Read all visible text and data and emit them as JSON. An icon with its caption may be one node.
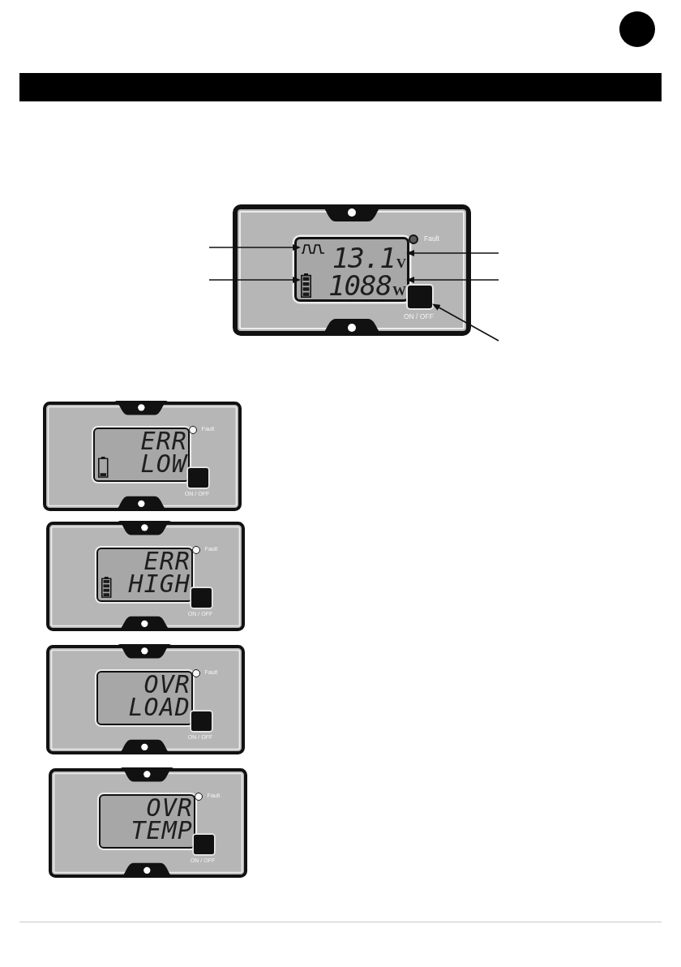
{
  "diagram": {
    "nodes": [
      {
        "text": [],
        "shape": "box"
      },
      {
        "text": [],
        "shape": "box",
        "in": 0
      },
      {
        "text": [],
        "shape": "picture",
        "in": 1
      },
      {
        "text": [
          "13.1",
          "V"
        ],
        "in": 1
      },
      {
        "text": [],
        "shape": "picture",
        "in": 1
      },
      {
        "text": [
          "1088",
          "W"
        ],
        "in": 1
      },
      {
        "text": [],
        "shape": "circle",
        "in": 0,
        "beside": [
          "Fault"
        ]
      },
      {
        "text": [],
        "shape": "box",
        "in": 0,
        "beside": [
          "ON / OFF"
        ]
      },
      {
        "text": [],
        "shape": "box"
      },
      {
        "text": [
          "ERR LOW"
        ],
        "in": 8
      },
      {
        "text": [],
        "shape": "circle",
        "in": 8,
        "beside": [
          "Fault"
        ]
      },
      {
        "text": [],
        "shape": "box",
        "in": 8,
        "beside": [
          "ON / OFF"
        ]
      },
      {
        "text": [],
        "shape": "box"
      },
      {
        "text": [
          "ERR HIGH"
        ],
        "in": 12
      },
      {
        "text": [],
        "shape": "circle",
        "in": 12,
        "beside": [
          "Fault"
        ]
      },
      {
        "text": [],
        "shape": "box",
        "in": 12,
        "beside": [
          "ON / OFF"
        ]
      },
      {
        "text": [],
        "shape": "box"
      },
      {
        "text": [
          "OVR LOAD"
        ],
        "in": 16
      },
      {
        "text": [],
        "shape": "circle",
        "in": 16,
        "beside": [
          "Fault"
        ]
      },
      {
        "text": [],
        "shape": "box",
        "in": 16,
        "beside": [
          "ON / OFF"
        ]
      },
      {
        "text": [],
        "shape": "box"
      },
      {
        "text": [
          "OVR TEMP"
        ],
        "in": 20
      },
      {
        "text": [],
        "shape": "circle",
        "in": 20,
        "beside": [
          "Fault"
        ]
      },
      {
        "text": [],
        "shape": "box",
        "in": 20,
        "beside": [
          "ON / OFF"
        ]
      }
    ],
    "edges": [
      {
        "from": null,
        "to": 2,
        "arrow": "to"
      },
      {
        "from": null,
        "to": 3,
        "arrow": "to"
      },
      {
        "from": null,
        "to": 4,
        "arrow": "to"
      },
      {
        "from": null,
        "to": 5,
        "arrow": "to"
      },
      {
        "from": null,
        "to": 7,
        "arrow": "to"
      }
    ]
  }
}
